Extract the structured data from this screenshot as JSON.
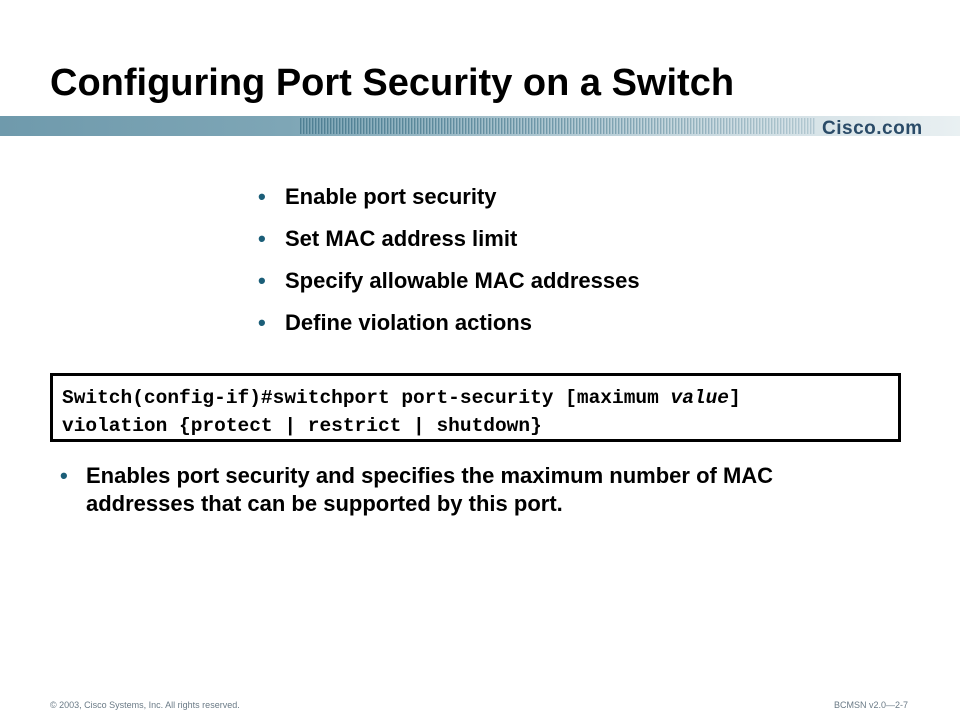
{
  "slide": {
    "title": "Configuring Port Security on a Switch",
    "brand": "Cisco.com"
  },
  "bullets": [
    "Enable port security",
    "Set MAC address limit",
    "Specify allowable MAC addresses",
    "Define violation actions"
  ],
  "command": {
    "line1_prefix": "Switch(config-if)#switchport port-security [maximum ",
    "line1_param": "value",
    "line1_suffix": "]",
    "line2": "violation {protect | restrict | shutdown}"
  },
  "description": "Enables port security and specifies the maximum number of MAC addresses that can be supported by this port.",
  "footer": {
    "copyright": "© 2003, Cisco Systems, Inc. All rights reserved.",
    "course": "BCMSN v2.0—2-7"
  },
  "colors": {
    "banner": "#6f9aac",
    "brand": "#2a4b68",
    "bullet": "#1b5e78"
  }
}
